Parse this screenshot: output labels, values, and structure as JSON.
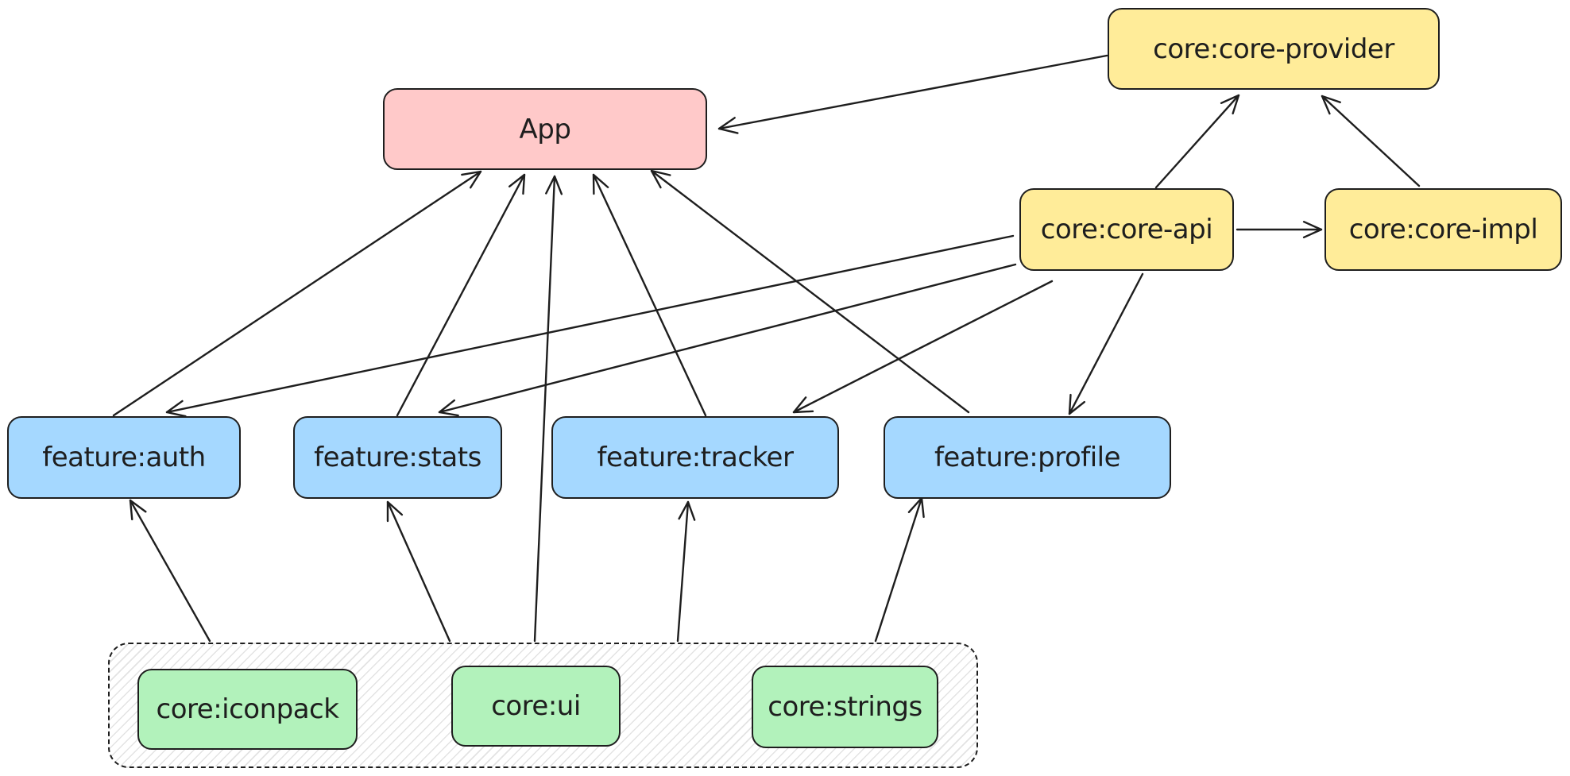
{
  "nodes": {
    "app": "App",
    "core_provider": "core:core-provider",
    "core_api": "core:core-api",
    "core_impl": "core:core-impl",
    "feature_auth": "feature:auth",
    "feature_stats": "feature:stats",
    "feature_tracker": "feature:tracker",
    "feature_profile": "feature:profile",
    "core_iconpack": "core:iconpack",
    "core_ui": "core:ui",
    "core_strings": "core:strings"
  },
  "edges": [
    {
      "from": "core:core-provider",
      "to": "App"
    },
    {
      "from": "core:core-api",
      "to": "core:core-provider"
    },
    {
      "from": "core:core-impl",
      "to": "core:core-provider"
    },
    {
      "from": "core:core-api",
      "to": "core:core-impl"
    },
    {
      "from": "feature:auth",
      "to": "App"
    },
    {
      "from": "feature:stats",
      "to": "App"
    },
    {
      "from": "feature:tracker",
      "to": "App"
    },
    {
      "from": "feature:profile",
      "to": "App"
    },
    {
      "from": "core:ui",
      "to": "App"
    },
    {
      "from": "core:core-api",
      "to": "feature:auth"
    },
    {
      "from": "core:core-api",
      "to": "feature:stats"
    },
    {
      "from": "core:core-api",
      "to": "feature:tracker"
    },
    {
      "from": "core:core-api",
      "to": "feature:profile"
    },
    {
      "from": "core:iconpack",
      "to": "feature:auth"
    },
    {
      "from": "core:ui",
      "to": "feature:stats"
    },
    {
      "from": "core:ui",
      "to": "feature:tracker"
    },
    {
      "from": "core:strings",
      "to": "feature:profile"
    }
  ],
  "colors": {
    "app": "#ffc9c9",
    "core": "#ffec99",
    "feature": "#a5d8ff",
    "shared": "#b2f2bb",
    "stroke": "#1e1e1e"
  }
}
